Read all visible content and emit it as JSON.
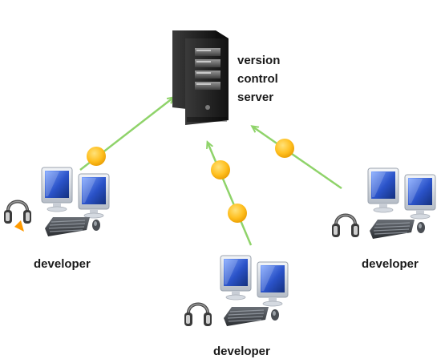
{
  "server": {
    "label_lines": [
      "version",
      "control",
      "server"
    ],
    "icon": "server-tower-icon"
  },
  "developers": [
    {
      "label": "developer",
      "icon": "workstation-icon"
    },
    {
      "label": "developer",
      "icon": "workstation-icon"
    },
    {
      "label": "developer",
      "icon": "workstation-icon"
    }
  ],
  "colors": {
    "arrow": "#8fd36a",
    "node": "#ffc125",
    "screen": "#2f58c8",
    "server_body": "#1f1f1f"
  }
}
